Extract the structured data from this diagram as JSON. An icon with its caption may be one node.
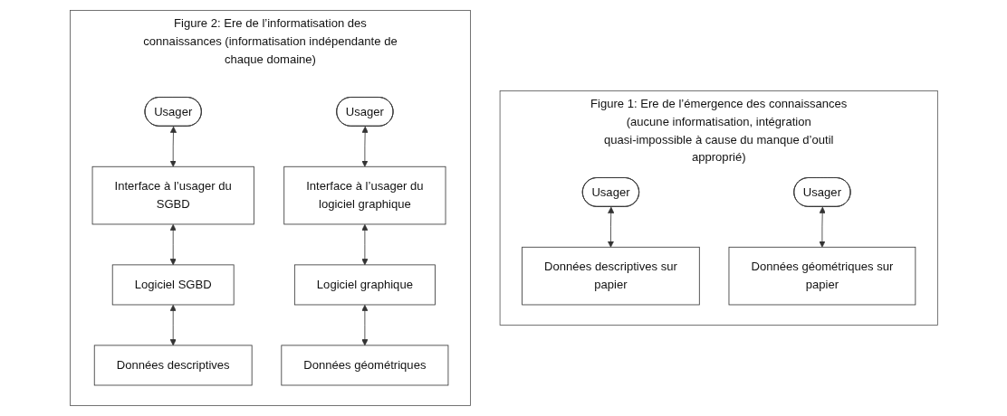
{
  "diagram": {
    "nodes": [
      {
        "text": [
          "Figure 1: Ere de l’émergence des connaissances (aucune informatisation, intégration quasi-impossible à cause du manque d’outil approprié)"
        ]
      },
      {
        "text": [
          "Usager"
        ],
        "in": 0
      },
      {
        "text": [
          "Données descriptives sur papier"
        ],
        "in": 0
      },
      {
        "text": [
          "Usager"
        ],
        "in": 0
      },
      {
        "text": [
          "Données géométriques sur papier"
        ],
        "in": 0
      },
      {
        "text": [
          "Figure 2: Ere de l’informatisation des connaissances (informatisation indépendante de chaque domaine)"
        ]
      },
      {
        "text": [
          "Usager"
        ],
        "in": 5
      },
      {
        "text": [
          "Interface à l’usager du SGBD"
        ],
        "in": 5
      },
      {
        "text": [
          "Logiciel SGBD"
        ],
        "in": 5
      },
      {
        "text": [
          "Données descriptives"
        ],
        "in": 5
      },
      {
        "text": [
          "Usager"
        ],
        "in": 5
      },
      {
        "text": [
          "Interface à l’usager du logiciel graphique"
        ],
        "in": 5
      },
      {
        "text": [
          "Logiciel graphique"
        ],
        "in": 5
      },
      {
        "text": [
          "Données géométriques"
        ],
        "in": 5
      }
    ],
    "edges": [
      {
        "from": 1,
        "to": 2,
        "arrow": "both"
      },
      {
        "from": 3,
        "to": 4,
        "arrow": "both"
      },
      {
        "from": 6,
        "to": 7,
        "arrow": "both"
      },
      {
        "from": 7,
        "to": 8,
        "arrow": "both"
      },
      {
        "from": 8,
        "to": 9,
        "arrow": "both"
      },
      {
        "from": 10,
        "to": 11,
        "arrow": "both"
      },
      {
        "from": 11,
        "to": 12,
        "arrow": "both"
      },
      {
        "from": 12,
        "to": 13,
        "arrow": "both"
      }
    ]
  }
}
